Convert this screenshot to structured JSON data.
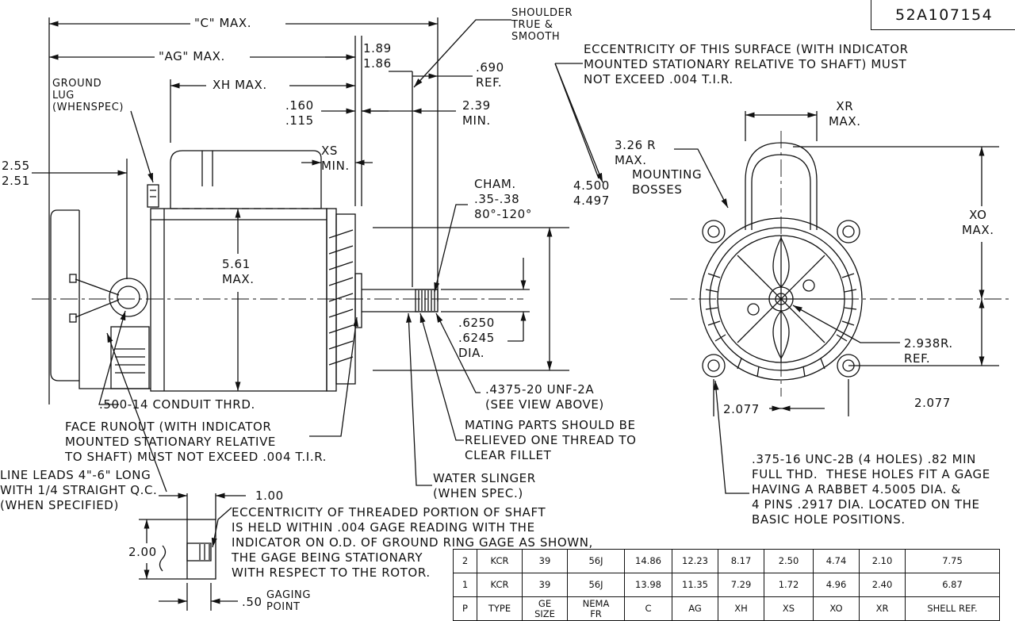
{
  "drawing_number": "52A107154",
  "labels": {
    "c_max": "\"C\" MAX.",
    "ag_max": "\"AG\" MAX.",
    "xh_max": "XH MAX.",
    "ground_lug": "GROUND\nLUG\n(WHENSPEC)",
    "dim_255_251": "2.55\n2.51",
    "dim_189_186": "1.89\n1.86",
    "dim_160_115": ".160\n.115",
    "xs_min": "XS\nMIN.",
    "shoulder": "SHOULDER\nTRUE &\nSMOOTH",
    "dim_690": ".690\nREF.",
    "dim_239": "2.39\nMIN.",
    "eccentricity_surface": "ECCENTRICITY OF THIS SURFACE (WITH INDICATOR\nMOUNTED STATIONARY RELATIVE TO SHAFT) MUST\nNOT EXCEED .004 T.I.R.",
    "cham": "CHAM.\n.35-.38\n80°-120°",
    "dim_4500": "4.500\n4.497",
    "dim_561": "5.61\nMAX.",
    "dim_6250": ".6250\n.6245\nDIA.",
    "thread": ".4375-20 UNF-2A\n(SEE VIEW ABOVE)",
    "conduit": ".500-14 CONDUIT THRD.",
    "face_runout": "FACE RUNOUT (WITH INDICATOR\nMOUNTED STATIONARY RELATIVE\nTO SHAFT) MUST NOT EXCEED .004 T.I.R.",
    "mating": "MATING PARTS SHOULD BE\nRELIEVED ONE THREAD TO\nCLEAR FILLET",
    "line_leads": "LINE LEADS 4\"-6\" LONG\nWITH 1/4 STRAIGHT Q.C.\n(WHEN SPECIFIED)",
    "water_slinger": "WATER SLINGER\n(WHEN SPEC.)",
    "dim_100": "1.00",
    "eccentricity_thread": "ECCENTRICITY OF THREADED PORTION OF SHAFT\nIS HELD WITHIN .004 GAGE READING WITH THE\nINDICATOR ON O.D. OF GROUND RING GAGE AS SHOWN,\nTHE GAGE BEING STATIONARY\nWITH RESPECT TO THE ROTOR.",
    "dim_200": "2.00",
    "dim_50": ".50",
    "gaging_point": "GAGING\nPOINT",
    "xr_max": "XR\nMAX.",
    "dim_326": "3.26 R\nMAX.",
    "mounting_bosses": "MOUNTING\nBOSSES",
    "xo_max": "XO\nMAX.",
    "dim_2938": "2.938R.\nREF.",
    "dim_2077_left": "2.077",
    "dim_2077_right": "2.077",
    "holes_note": ".375-16 UNC-2B (4 HOLES) .82 MIN\nFULL THD.  THESE HOLES FIT A GAGE\nHAVING A RABBET 4.5005 DIA. &\n4 PINS .2917 DIA. LOCATED ON THE\nBASIC HOLE POSITIONS."
  },
  "table": {
    "rows": [
      [
        "2",
        "KCR",
        "39",
        "56J",
        "14.86",
        "12.23",
        "8.17",
        "2.50",
        "4.74",
        "2.10",
        "7.75"
      ],
      [
        "1",
        "KCR",
        "39",
        "56J",
        "13.98",
        "11.35",
        "7.29",
        "1.72",
        "4.96",
        "2.40",
        "6.87"
      ]
    ],
    "headers": [
      "P",
      "TYPE",
      "GE\nSIZE",
      "NEMA\nFR",
      "C",
      "AG",
      "XH",
      "XS",
      "XO",
      "XR",
      "SHELL REF."
    ]
  }
}
